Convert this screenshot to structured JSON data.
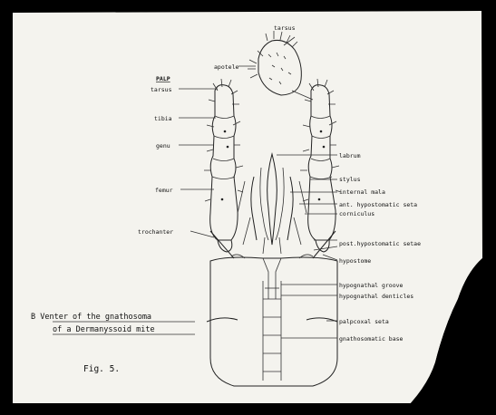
{
  "figure": {
    "caption_line1": "B  Venter of the gnathosoma",
    "caption_line2": "of a Dermanyssoid mite",
    "fig_label": "Fig. 5."
  },
  "labels": {
    "tarsus_top": "tarsus",
    "apotele": "apotele",
    "palp": "PALP",
    "tarsus": "tarsus",
    "tibia": "tibia",
    "genu": "genu",
    "femur": "femur",
    "trochanter": "trochanter",
    "labrum": "labrum",
    "stylus": "stylus",
    "internal_mala": "internal mala",
    "ant_hypostomatic_seta": "ant. hypostomatic seta",
    "corniculus": "corniculus",
    "post_hypostomatic_setae": "post.hypostomatic setae",
    "hypostome": "hypostome",
    "hypognathal_groove": "hypognathal groove",
    "hypognathal_denticles": "hypognathal denticles",
    "palpcoxal_seta": "palpcoxal seta",
    "gnathosomatic_base": "gnathosomatic base"
  }
}
